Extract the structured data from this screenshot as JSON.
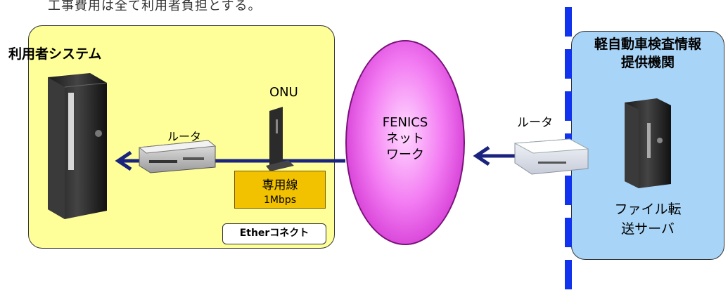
{
  "header": {
    "note": "工事費用は全て利用者負担とする。"
  },
  "user_system": {
    "title": "利用者システム",
    "onu_label": "ONU",
    "router_label": "ルータ",
    "leased_line": {
      "line1": "専用線",
      "line2": "1Mbps"
    },
    "ether_label": "Etherコネクト"
  },
  "network": {
    "line1": "FENICS",
    "line2": "ネット",
    "line3": "ワーク"
  },
  "provider": {
    "title_line1": "軽自動車検査情報",
    "title_line2": "提供機関",
    "router_label": "ルータ",
    "server_line1": "ファイル転",
    "server_line2": "送サーバ"
  },
  "colors": {
    "user_box": "#ffff99",
    "provider_box": "#a8d4f7",
    "network_ellipse": "#d940d9",
    "link_line": "#1a237e",
    "dashed_boundary": "#1133ee",
    "leased_box": "#f2c100"
  }
}
